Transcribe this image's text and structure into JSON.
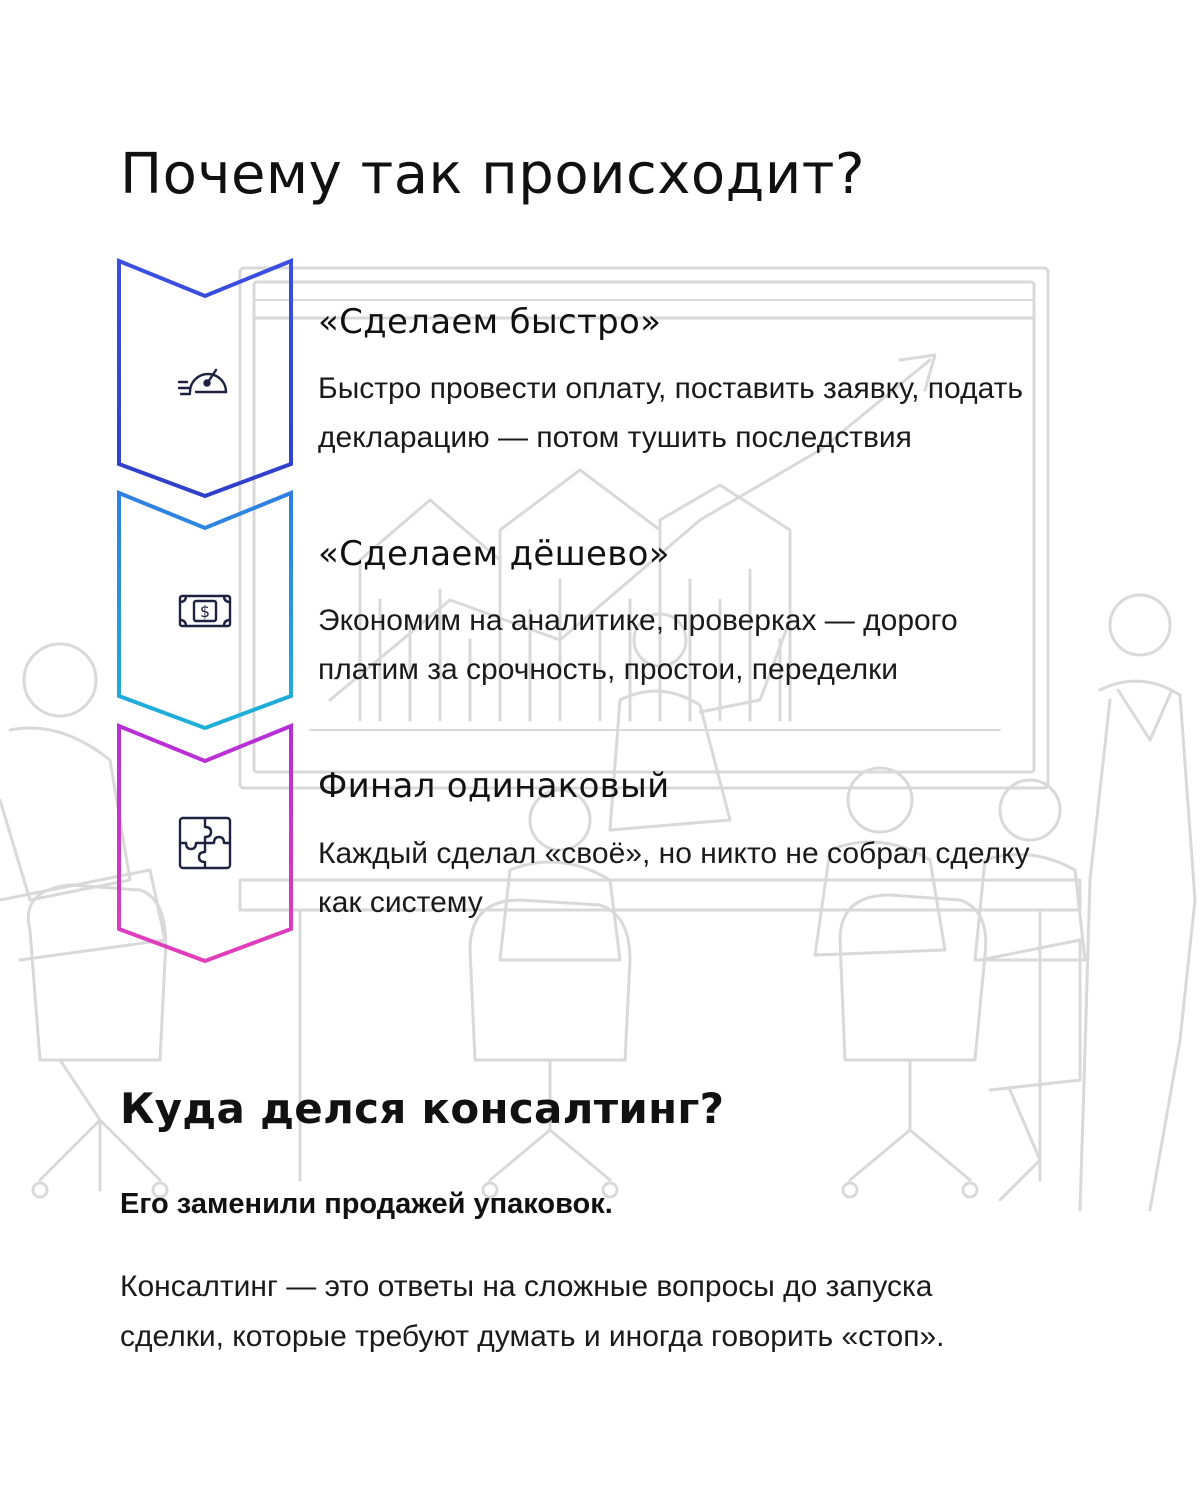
{
  "colors": {
    "step1_top": "#3a4fe0",
    "step1_bottom": "#2f3fc8",
    "step2_top": "#2f7fe0",
    "step2_bottom": "#1fb0d8",
    "step3_top": "#b52fd6",
    "step3_bottom": "#e23fb8",
    "icon": "#1e2240",
    "background_lines": "#d9d9d9"
  },
  "header": {
    "title": "Почему так происходит?"
  },
  "steps": [
    {
      "icon": "speedometer-icon",
      "title": "«Сделаем быстро»",
      "text_line1": "Быстро провести оплату, поставить заявку, подать",
      "text_line2": "декларацию — потом тушить последствия"
    },
    {
      "icon": "banknote-icon",
      "title": "«Сделаем дёшево»",
      "text_line1": "Экономим на аналитике, проверках — дорого",
      "text_line2": "платим за срочность, простои, переделки"
    },
    {
      "icon": "puzzle-icon",
      "title": "Финал одинаковый",
      "text_line1": "Каждый сделал «своё», но никто не собрал сделку",
      "text_line2": "как систему"
    }
  ],
  "section": {
    "title": "Куда делся консалтинг?",
    "lead": "Его заменили продажей упаковок.",
    "text_line1": "Консалтинг — это ответы на сложные вопросы до запуска",
    "text_line2": "сделки, которые требуют думать и иногда говорить «стоп»."
  }
}
